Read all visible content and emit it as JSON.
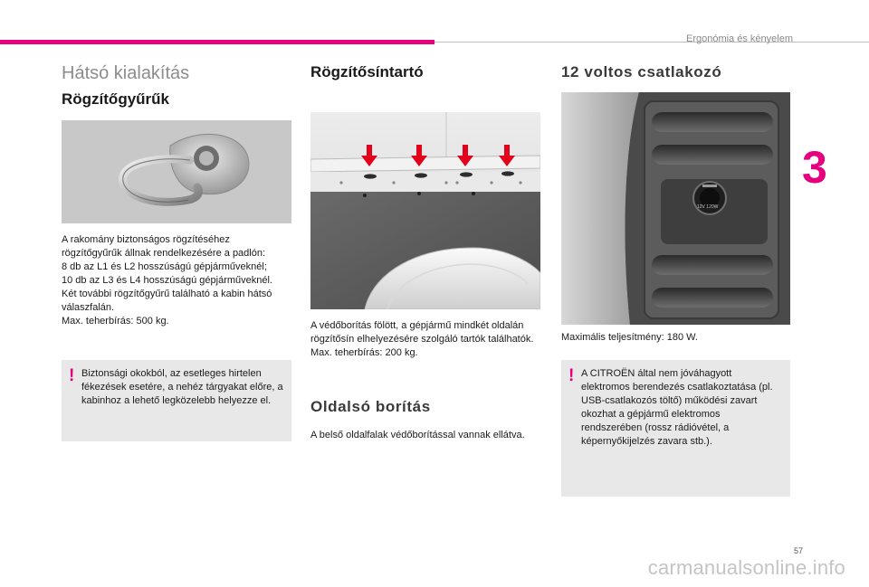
{
  "header": {
    "title": "Ergonómia és kényelem",
    "chapter": "3"
  },
  "page_number": "57",
  "watermark": "carmanualsonline.info",
  "col1": {
    "section_title": "Hátsó kialakítás",
    "heading": "Rögzítőgyűrűk",
    "paragraphs": [
      "A rakomány biztonságos rögzítéséhez rögzítőgyűrűk állnak rendelkezésére a padlón:",
      "8 db az L1 és L2 hosszúságú gépjárműveknél;",
      "10 db az L3 és L4 hosszúságú gépjárműveknél.",
      "Két további rögzítőgyűrű található a kabin hátsó válaszfalán.",
      "Max. teherbírás: 500 kg."
    ],
    "warning": "Biztonsági okokból, az esetleges hirtelen fékezések esetére, a nehéz tárgyakat előre, a kabinhoz a lehető legközelebb helyezze el."
  },
  "col2": {
    "heading": "Rögzítősíntartó",
    "paragraphs": [
      "A védőborítás fölött, a gépjármű mindkét oldalán rögzítősín elhelyezésére szolgáló tartók találhatók.",
      "Max. teherbírás: 200 kg."
    ],
    "heading2": "Oldalsó borítás",
    "paragraph2": "A belső oldalfalak védőborítással vannak ellátva."
  },
  "col3": {
    "heading": "12 voltos csatlakozó",
    "paragraph": "Maximális teljesítmény: 180 W.",
    "warning": "A CITROËN által nem jóváhagyott elektromos berendezés csatlakoztatása (pl. USB-csatlakozós töltő) működési zavart okozhat a gépjármű elektromos rendszerében (rossz rádióvétel, a képernyőkijelzés zavara stb.).",
    "socket_label": "12V 120W"
  },
  "colors": {
    "accent": "#e6007e",
    "box": "#e8e8e8",
    "arrow": "#e2001a"
  }
}
